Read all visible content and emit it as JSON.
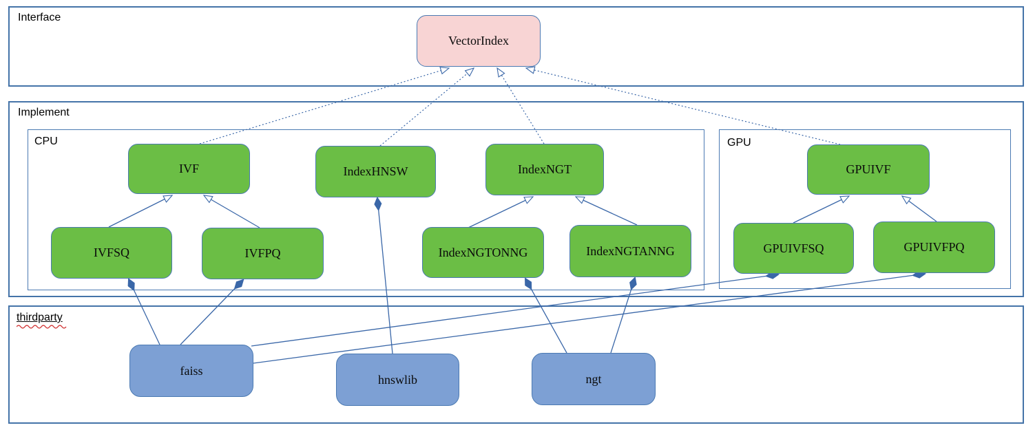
{
  "diagram": {
    "groups": {
      "interface": {
        "label": "Interface"
      },
      "implement": {
        "label": "Implement"
      },
      "cpu": {
        "label": "CPU"
      },
      "gpu": {
        "label": "GPU"
      },
      "thirdparty": {
        "label": "thirdparty"
      }
    },
    "nodes": {
      "vectorindex": {
        "label": "VectorIndex",
        "group": "interface"
      },
      "ivf": {
        "label": "IVF",
        "group": "cpu"
      },
      "indexhnsw": {
        "label": "IndexHNSW",
        "group": "cpu"
      },
      "indexngt": {
        "label": "IndexNGT",
        "group": "cpu"
      },
      "ivfsq": {
        "label": "IVFSQ",
        "group": "cpu"
      },
      "ivfpq": {
        "label": "IVFPQ",
        "group": "cpu"
      },
      "indexngtonng": {
        "label": "IndexNGTONNG",
        "group": "cpu"
      },
      "indexngtanng": {
        "label": "IndexNGTANNG",
        "group": "cpu"
      },
      "gpuivf": {
        "label": "GPUIVF",
        "group": "gpu"
      },
      "gpuivfsq": {
        "label": "GPUIVFSQ",
        "group": "gpu"
      },
      "gpuivfpq": {
        "label": "GPUIVFPQ",
        "group": "gpu"
      },
      "faiss": {
        "label": "faiss",
        "group": "thirdparty"
      },
      "hnswlib": {
        "label": "hnswlib",
        "group": "thirdparty"
      },
      "ngt": {
        "label": "ngt",
        "group": "thirdparty"
      }
    },
    "relationships": {
      "inheritance_dashed": [
        {
          "from": "IVF",
          "to": "VectorIndex"
        },
        {
          "from": "IndexHNSW",
          "to": "VectorIndex"
        },
        {
          "from": "IndexNGT",
          "to": "VectorIndex"
        },
        {
          "from": "GPUIVF",
          "to": "VectorIndex"
        }
      ],
      "inheritance_solid": [
        {
          "from": "IVFSQ",
          "to": "IVF"
        },
        {
          "from": "IVFPQ",
          "to": "IVF"
        },
        {
          "from": "IndexNGTONNG",
          "to": "IndexNGT"
        },
        {
          "from": "IndexNGTANNG",
          "to": "IndexNGT"
        },
        {
          "from": "GPUIVFSQ",
          "to": "GPUIVF"
        },
        {
          "from": "GPUIVFPQ",
          "to": "GPUIVF"
        }
      ],
      "composition": [
        {
          "from": "faiss",
          "to": "IVFSQ"
        },
        {
          "from": "faiss",
          "to": "IVFPQ"
        },
        {
          "from": "faiss",
          "to": "GPUIVFSQ"
        },
        {
          "from": "faiss",
          "to": "GPUIVFPQ"
        },
        {
          "from": "hnswlib",
          "to": "IndexHNSW"
        },
        {
          "from": "ngt",
          "to": "IndexNGTONNG"
        },
        {
          "from": "ngt",
          "to": "IndexNGTANNG"
        }
      ]
    },
    "colors": {
      "interface_fill": "#f8d4d4",
      "implement_fill": "#6bbe45",
      "thirdparty_fill": "#7da0d4",
      "box_border": "#4473a8",
      "connector": "#3a67a8",
      "spellcheck": "#d03030"
    }
  }
}
